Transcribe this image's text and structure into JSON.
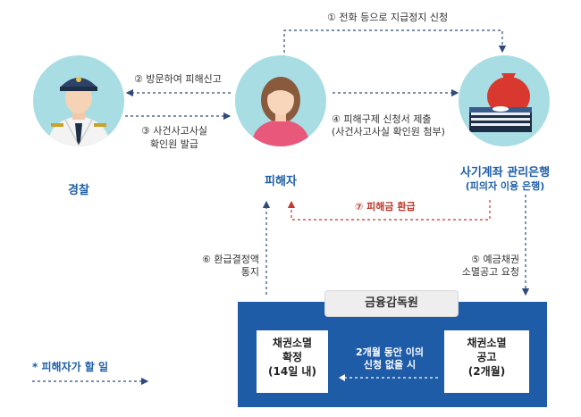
{
  "actors": {
    "police": {
      "label": "경찰",
      "icon": "police-officer-icon"
    },
    "victim": {
      "label": "피해자",
      "icon": "victim-woman-icon"
    },
    "bank": {
      "label": "사기계좌 관리은행",
      "sublabel": "(피의자 이용 은행)",
      "icon": "money-bag-icon"
    }
  },
  "steps": {
    "s1": "① 전화 등으로 지급정지 신청",
    "s2": "② 방문하여 피해신고",
    "s3_line1": "③ 사건사고사실",
    "s3_line2": "확인원 발급",
    "s4_line1": "④ 피해구제 신청서 제출",
    "s4_line2": "(사건사고사실 확인원 첨부)",
    "s5_line1": "⑤ 예금채권",
    "s5_line2": "소멸공고 요청",
    "s6_line1": "⑥ 환급결정액",
    "s6_line2": "통지",
    "s7": "⑦ 피해금 환급"
  },
  "fss": {
    "title": "금융감독원",
    "box_left_line1": "채권소멸",
    "box_left_line2": "확정",
    "box_left_line3": "(14일 내)",
    "middle_line1": "2개월 동안 이의",
    "middle_line2": "신청 없을 시",
    "box_right_line1": "채권소멸",
    "box_right_line2": "공고",
    "box_right_line3": "(2개월)"
  },
  "legend": {
    "label": "* 피해자가 할 일"
  },
  "colors": {
    "dark_arrow": "#2e4b7c",
    "red_arrow": "#c0392b",
    "panel": "#1f5ca8",
    "circle": "#a8dde3",
    "actor_label": "#1f5fa8",
    "victim_shirt": "#e8587a",
    "bank_bag": "#d9382e"
  }
}
